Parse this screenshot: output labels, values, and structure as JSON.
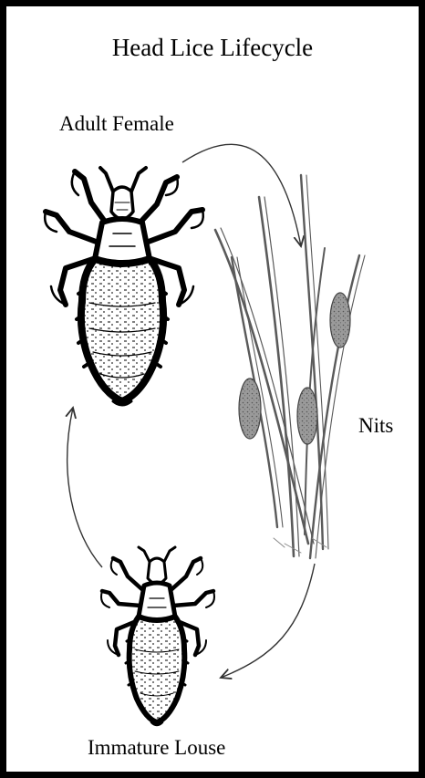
{
  "title": "Head Lice Lifecycle",
  "stages": {
    "adult": "Adult Female",
    "nits": "Nits",
    "immature": "Immature Louse"
  },
  "colors": {
    "ink": "#000000",
    "hair": "#5a5a5a",
    "egg": "#8a8a8a",
    "arrow": "#333333"
  },
  "icons": [
    "adult-louse-drawing",
    "hair-with-nits-drawing",
    "immature-louse-drawing"
  ]
}
